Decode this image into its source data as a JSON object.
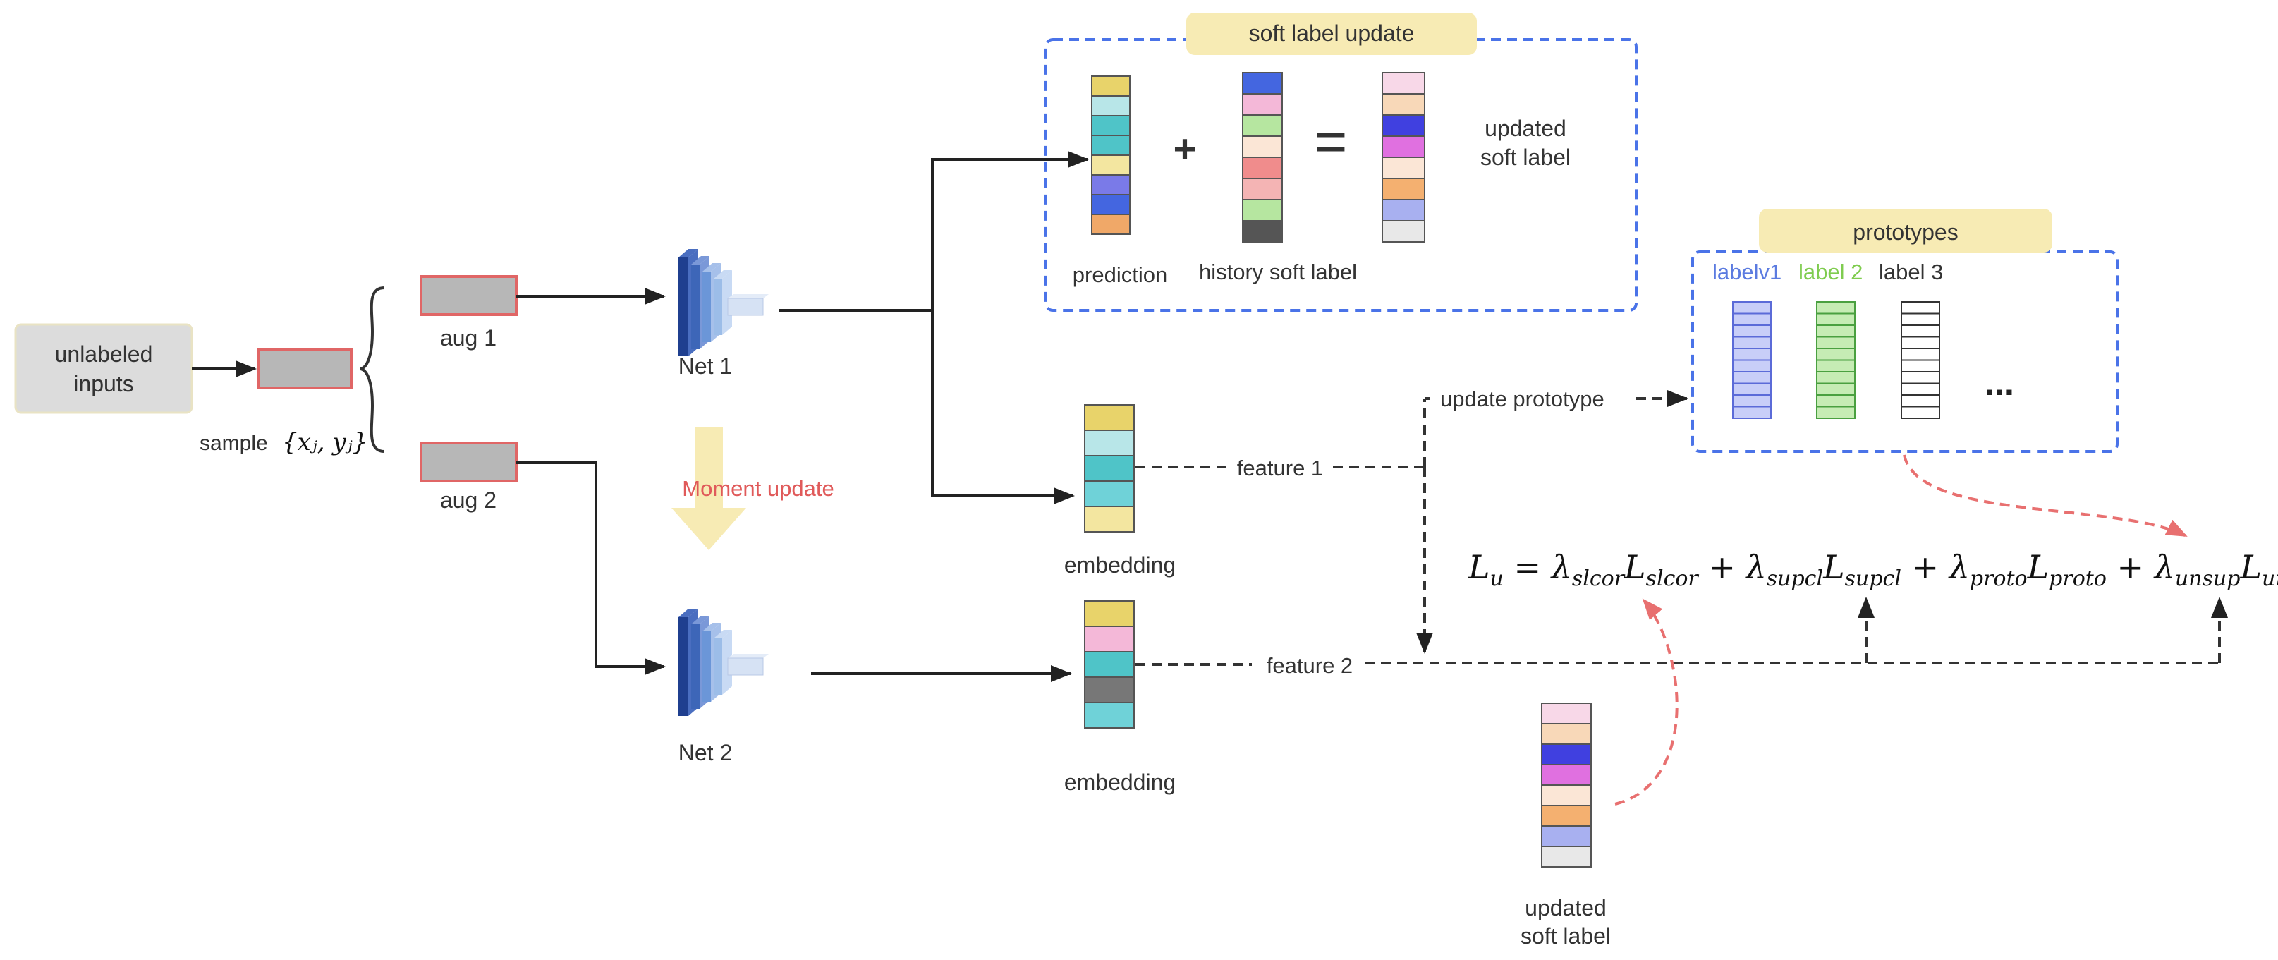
{
  "colors": {
    "dash_blue": "#4a73e8",
    "tag_yellow": "#f7ebb4",
    "red_outline": "#e06666",
    "gray_fill": "#b7b7b7",
    "moment_red": "#e05a5a",
    "arrow_yellow": "#f7ebb4"
  },
  "input": {
    "label_line1": "unlabeled",
    "label_line2": "inputs"
  },
  "sample": {
    "prefix": "sample",
    "math": "{xⱼ, yⱼ}"
  },
  "augs": {
    "aug1": "aug 1",
    "aug2": "aug 2"
  },
  "nets": {
    "net1": "Net 1",
    "net2": "Net 2",
    "icon": "cnn-network-icon"
  },
  "moment": {
    "label": "Moment update"
  },
  "soft_update": {
    "title": "soft label update",
    "plus": "+",
    "equals": "=",
    "prediction_label": "prediction",
    "history_label": "history soft label",
    "updated_line1": "updated",
    "updated_line2": "soft label",
    "prediction_colors": [
      "#e8d36a",
      "#b8e6e8",
      "#4fc4c8",
      "#4fc4c8",
      "#f3e6a0",
      "#7a7ae8",
      "#4466e0",
      "#f0a868"
    ],
    "history_colors": [
      "#4466e0",
      "#f4b8d8",
      "#b6e6a0",
      "#fbe6d6",
      "#f08c8c",
      "#f4b4b4",
      "#b6e6a0",
      "#555555"
    ],
    "updated_colors": [
      "#f8d8e8",
      "#f8d8b8",
      "#4040e0",
      "#e070e0",
      "#fbe6d6",
      "#f4b070",
      "#a8b0f0",
      "#e8e8e8"
    ]
  },
  "prototypes": {
    "title": "prototypes",
    "labels": [
      "labelv1",
      "label 2",
      "label 3"
    ],
    "label_colors": [
      "#5b7be0",
      "#7fcc4f",
      "#333333"
    ],
    "column_fills": [
      "#c8cef8",
      "#c6ecb4",
      "#ffffff"
    ],
    "column_strokes": [
      "#5b6bd8",
      "#4aa040",
      "#333333"
    ],
    "ellipsis": "..."
  },
  "embeddings": {
    "label": "embedding",
    "emb1_colors": [
      "#e8d36a",
      "#b8e6e8",
      "#4fc4c8",
      "#6fd2d8",
      "#f3e6a0"
    ],
    "emb2_colors": [
      "#e8d36a",
      "#f4b8d8",
      "#4fc4c8",
      "#777777",
      "#6fd2d8"
    ]
  },
  "features": {
    "f1": "feature 1",
    "f2": "feature 2",
    "update_prototype": "update prototype"
  },
  "loss": {
    "text": "Lᵤ = λ_slcor L_slcor + λ_supcl L_supcl + λ_proto L_proto + λ_unsup L_unsup"
  },
  "bottom_soft": {
    "line1": "updated",
    "line2": "soft label",
    "colors": [
      "#f8d8e8",
      "#f8d8b8",
      "#4040e0",
      "#e070e0",
      "#fbe6d6",
      "#f4b070",
      "#a8b0f0",
      "#e8e8e8"
    ]
  }
}
